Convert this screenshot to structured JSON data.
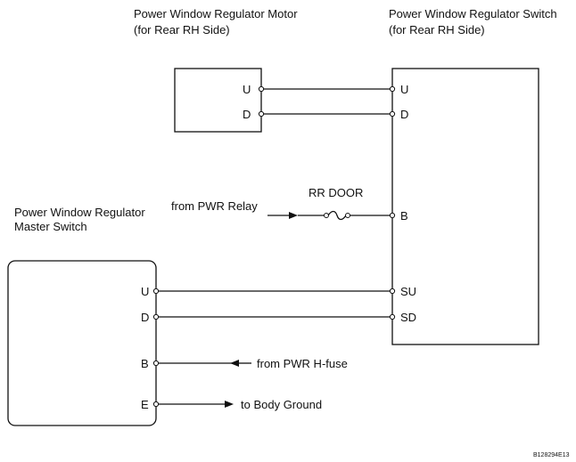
{
  "components": {
    "motor": {
      "title_line1": "Power Window Regulator Motor",
      "title_line2": "(for Rear RH Side)",
      "pins": {
        "u": "U",
        "d": "D"
      }
    },
    "rr_switch": {
      "title_line1": "Power Window Regulator Switch",
      "title_line2": "(for Rear RH Side)",
      "pins": {
        "u": "U",
        "d": "D",
        "b": "B",
        "su": "SU",
        "sd": "SD"
      }
    },
    "master_switch": {
      "title_line1": "Power Window Regulator",
      "title_line2": "Master Switch",
      "pins": {
        "u": "U",
        "d": "D",
        "b": "B",
        "e": "E"
      }
    }
  },
  "fuse": {
    "label": "RR DOOR"
  },
  "signals": {
    "from_relay": "from PWR Relay",
    "from_hfuse": "from PWR H-fuse",
    "to_ground": "to Body Ground"
  },
  "figure_code": "B128294E13"
}
